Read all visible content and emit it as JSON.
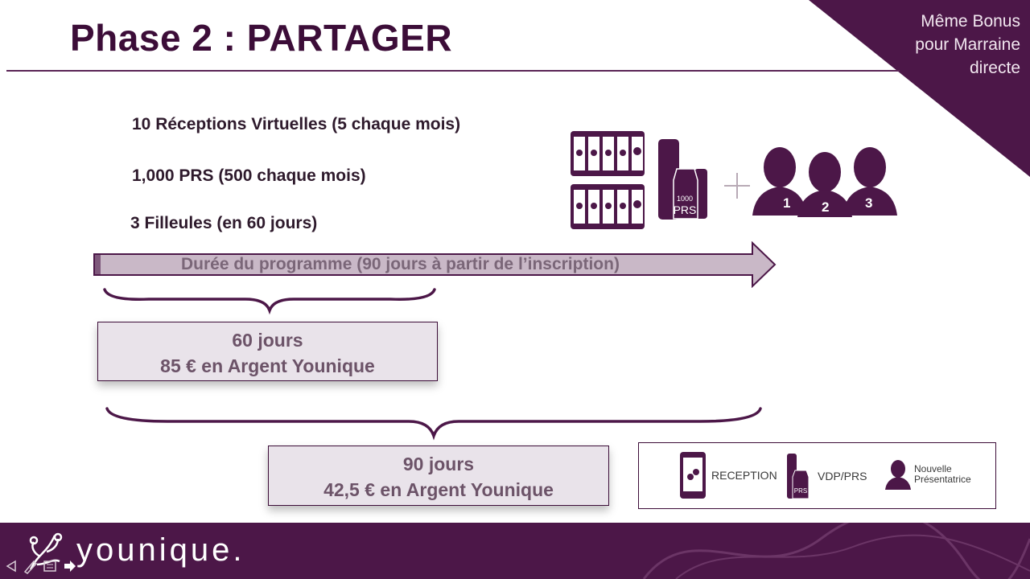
{
  "slide": {
    "title": "Phase 2 : PARTAGER",
    "corner_note": [
      "Même Bonus",
      "pour Marraine",
      "directe"
    ]
  },
  "goals": [
    "10 Réceptions Virtuelles (5 chaque mois)",
    "1,000 PRS (500 chaque mois)",
    "3 Filleules  (en 60 jours)"
  ],
  "timeline": {
    "label": "Durée du programme (90 jours à partir de l’inscription)"
  },
  "bonus_boxes": [
    {
      "period": "60 jours",
      "reward": "85 € en Argent Younique"
    },
    {
      "period": "90 jours",
      "reward": "42,5 € en Argent Younique"
    }
  ],
  "illustration": {
    "prs_label": "PRS",
    "prs_top": "1000",
    "people_numbers": [
      "1",
      "2",
      "3"
    ]
  },
  "legend": {
    "reception": "RECEPTION",
    "vdp_prs": "VDP/PRS",
    "new_presenter": [
      "Nouvelle",
      "Présentatrice"
    ]
  },
  "footer": {
    "brand": "younique."
  },
  "colors": {
    "primary": "#4c1748",
    "title": "#3c0d38",
    "box_fill": "#e9e3ea"
  }
}
